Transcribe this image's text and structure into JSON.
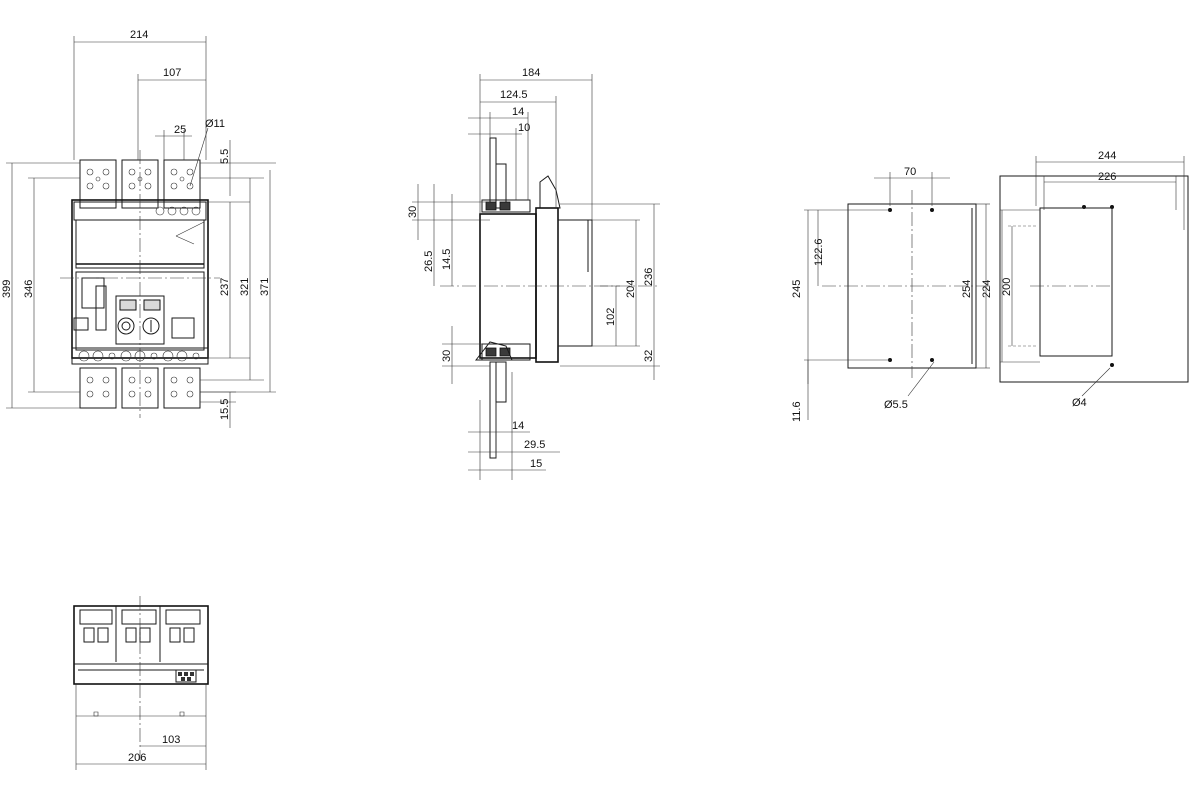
{
  "front_view": {
    "dims": {
      "w214": "214",
      "w107": "107",
      "w25": "25",
      "d11": "Ø11",
      "v5_5": "5.5",
      "h399": "399",
      "h346": "346",
      "h237": "237",
      "h321": "321",
      "h371": "371",
      "v15_5": "15.5"
    }
  },
  "side_view": {
    "dims": {
      "w184": "184",
      "w124_5": "124.5",
      "w14_top": "14",
      "w10": "10",
      "v30_top": "30",
      "v26_5": "26.5",
      "v14_5": "14.5",
      "v204": "204",
      "v236": "236",
      "v102": "102",
      "v30_bot": "30",
      "v32": "32",
      "w14_bot": "14",
      "w29_5": "29.5",
      "w15": "15"
    }
  },
  "cutout_view": {
    "dims": {
      "w70": "70",
      "w244": "244",
      "w226": "226",
      "v122_6": "122.6",
      "v245": "245",
      "v254": "254",
      "v224": "224",
      "v200": "200",
      "v11_6": "11.6",
      "d5_5": "Ø5.5",
      "d4": "Ø4"
    }
  },
  "bottom_view": {
    "dims": {
      "w103": "103",
      "w206": "206"
    }
  }
}
